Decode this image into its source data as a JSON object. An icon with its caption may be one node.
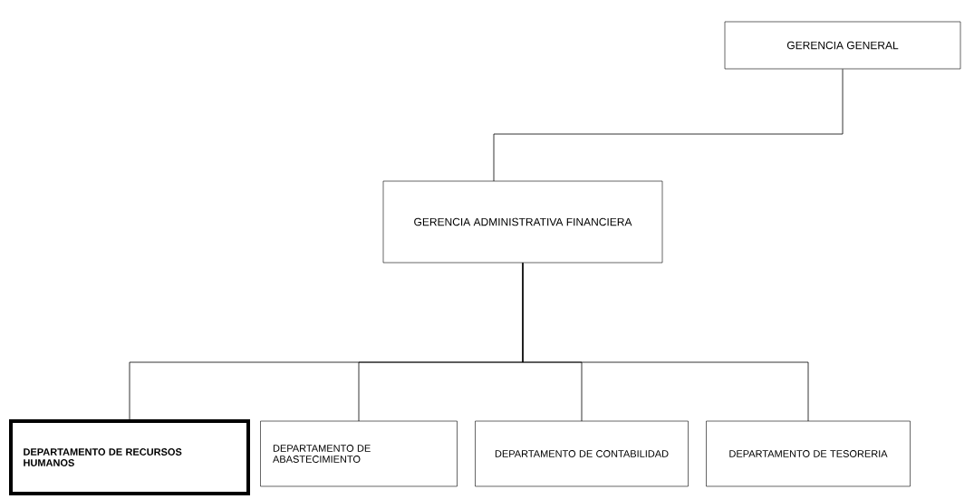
{
  "diagram": {
    "nodes": [
      {
        "text": [
          "GERENCIA GENERAL"
        ]
      },
      {
        "text": [
          "GERENCIA ADMINISTRATIVA FINANCIERA"
        ]
      },
      {
        "text": [
          "DEPARTAMENTO DE RECURSOS HUMANOS"
        ]
      },
      {
        "text": [
          "DEPARTAMENTO DE ABASTECIMIENTO"
        ]
      },
      {
        "text": [
          "DEPARTAMENTO DE CONTABILIDAD"
        ]
      },
      {
        "text": [
          "DEPARTAMENTO DE TESORERIA"
        ]
      }
    ],
    "edges": [
      {
        "from": 0,
        "to": 1,
        "arrow": "none"
      },
      {
        "from": 1,
        "to": 2,
        "arrow": "none"
      },
      {
        "from": 1,
        "to": 3,
        "arrow": "none"
      },
      {
        "from": 1,
        "to": 4,
        "arrow": "none"
      },
      {
        "from": 1,
        "to": 5,
        "arrow": "none"
      }
    ]
  }
}
